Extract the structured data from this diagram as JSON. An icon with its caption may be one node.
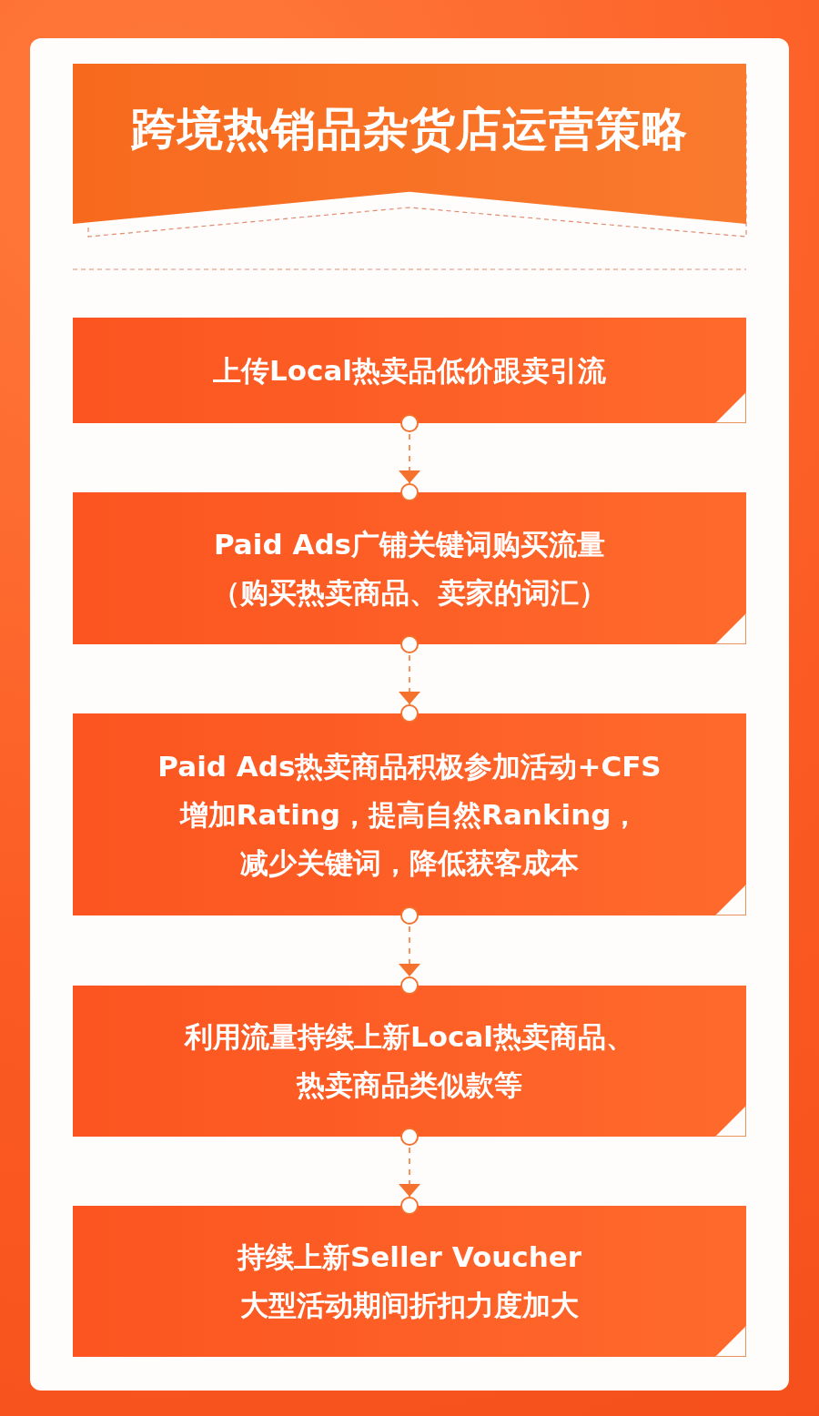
{
  "diagram": {
    "title": "跨境热销品杂货店运营策略",
    "nodes": [
      {
        "text": [
          "上传Local热卖品低价跟卖引流"
        ]
      },
      {
        "text": [
          "Paid Ads广铺关键词购买流量",
          "（购买热卖商品、卖家的词汇）"
        ]
      },
      {
        "text": [
          "Paid Ads热卖商品积极参加活动+CFS",
          "增加Rating，提高自然Ranking，",
          "减少关键词，降低获客成本"
        ]
      },
      {
        "text": [
          "利用流量持续上新Local热卖商品、",
          "热卖商品类似款等"
        ]
      },
      {
        "text": [
          "持续上新Seller Voucher",
          "大型活动期间折扣力度加大"
        ]
      }
    ],
    "edges": [
      {
        "from": 0,
        "to": 1,
        "arrow": "to",
        "style": "dashed"
      },
      {
        "from": 1,
        "to": 2,
        "arrow": "to",
        "style": "dashed"
      },
      {
        "from": 2,
        "to": 3,
        "arrow": "to",
        "style": "dashed"
      },
      {
        "from": 3,
        "to": 4,
        "arrow": "to",
        "style": "dashed"
      }
    ]
  }
}
